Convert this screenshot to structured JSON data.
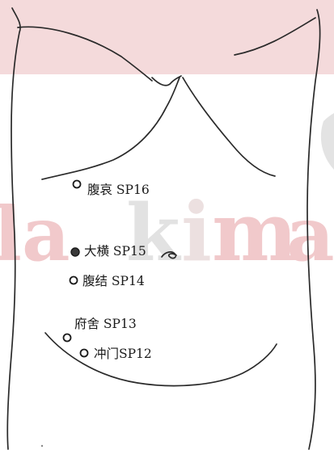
{
  "watermark": {
    "text_parts": [
      "la",
      "k",
      "i",
      "m",
      "a"
    ],
    "colors": [
      "#f1c9cb",
      "#e0e0e0",
      "#eedcdc",
      "#f1c9cb",
      "#f1c9cb"
    ],
    "band_color": "#f2d3d5"
  },
  "points": [
    {
      "label": "腹哀 SP16",
      "style": "open"
    },
    {
      "label": "大横 SP15",
      "style": "filled"
    },
    {
      "label": "腹结 SP14",
      "style": "open"
    },
    {
      "label": "府舍 SP13",
      "style": "open"
    },
    {
      "label": "冲门SP12",
      "style": "open"
    }
  ]
}
